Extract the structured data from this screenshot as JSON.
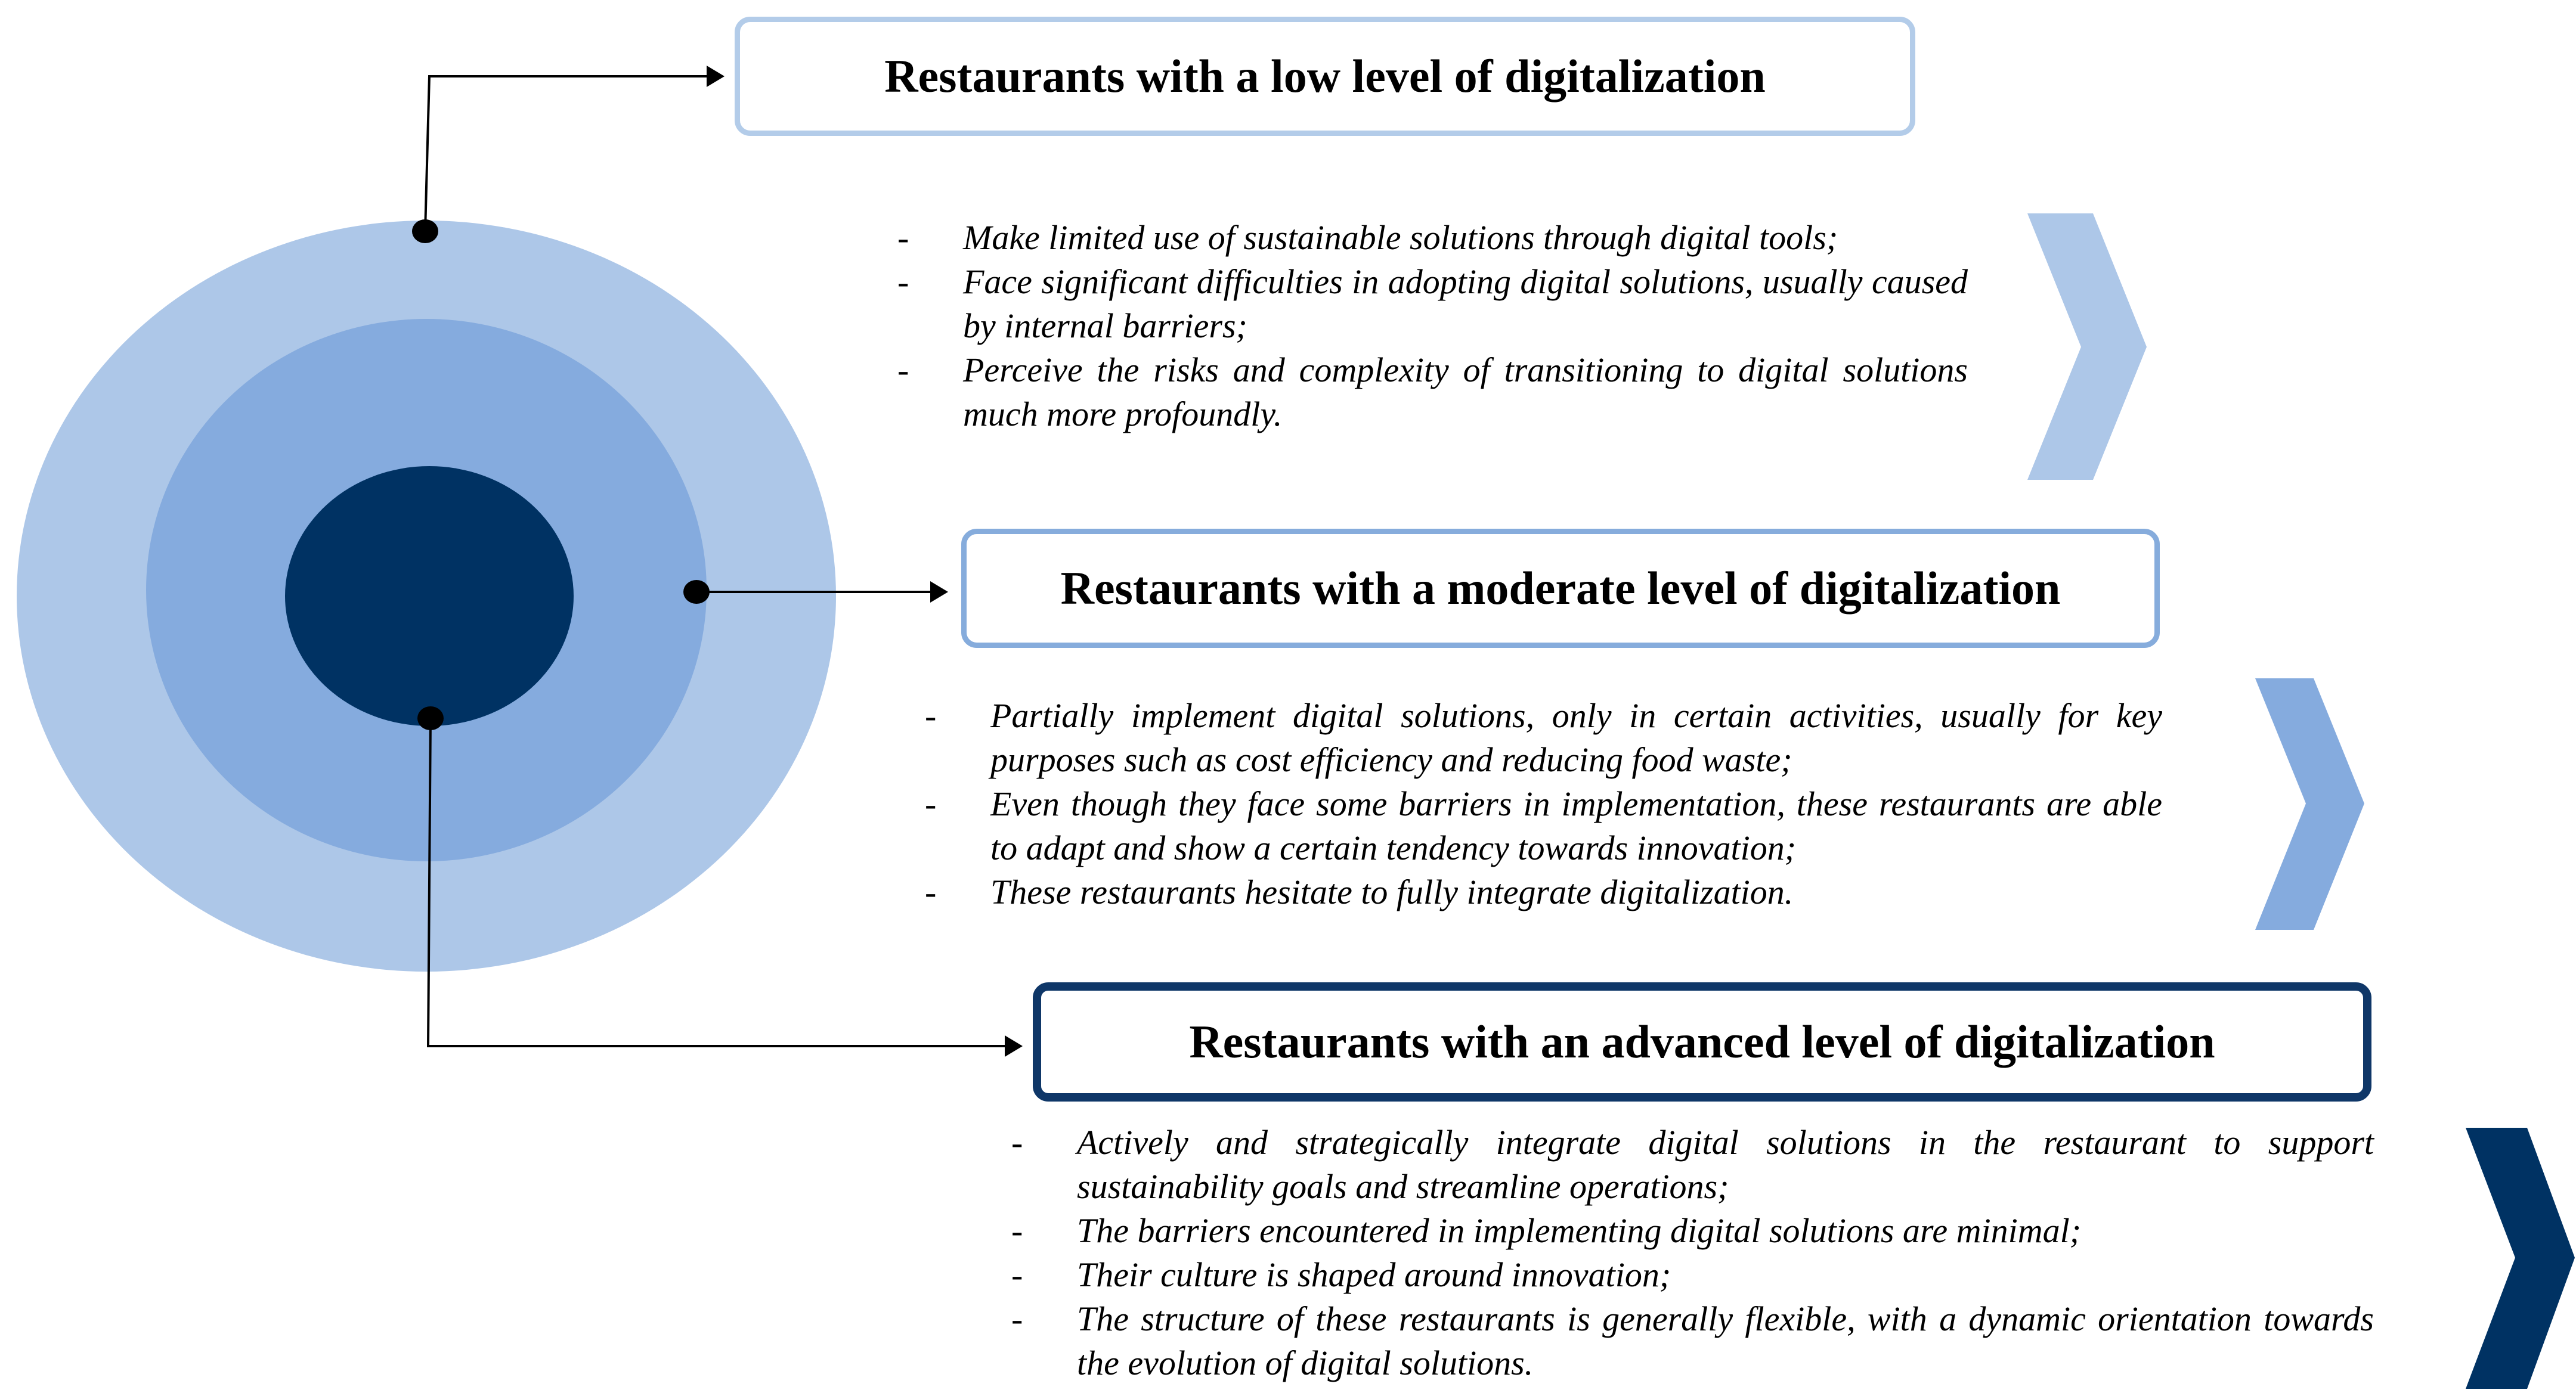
{
  "colors": {
    "outer_ring": "#adc7e8",
    "middle_ring": "#85abde",
    "core": "#003263",
    "low_box_border": "#b3cce9",
    "moderate_box_border": "#86acdc",
    "advanced_box_border": "#0f3768",
    "chevron_low": "#adc7e8",
    "chevron_moderate": "#85abde",
    "chevron_advanced": "#003263",
    "connector": "#000000"
  },
  "levels": [
    {
      "id": "low",
      "title": "Restaurants with a low level of digitalization",
      "bullets": [
        "Make limited use of sustainable solutions through digital tools;",
        "Face significant difficulties in adopting digital solutions, usually caused by internal barriers;",
        "Perceive the risks and complexity of transitioning to digital solutions much more profoundly."
      ]
    },
    {
      "id": "moderate",
      "title": "Restaurants with a moderate level of digitalization",
      "bullets": [
        "Partially implement digital solutions, only in certain activities, usually for key purposes such as cost efficiency and reducing food waste;",
        "Even though they face some barriers in implementation, these restaurants are able to adapt and show a certain tendency towards innovation;",
        "These restaurants hesitate to fully integrate digitalization."
      ]
    },
    {
      "id": "advanced",
      "title": "Restaurants with an advanced level of digitalization",
      "bullets": [
        "Actively and strategically integrate digital solutions in the restaurant to support sustainability goals and streamline operations;",
        "The barriers encountered in implementing digital solutions are minimal;",
        "Their culture is shaped around innovation;",
        "The structure of these restaurants is generally flexible, with a dynamic orientation towards the evolution of digital solutions."
      ]
    }
  ]
}
